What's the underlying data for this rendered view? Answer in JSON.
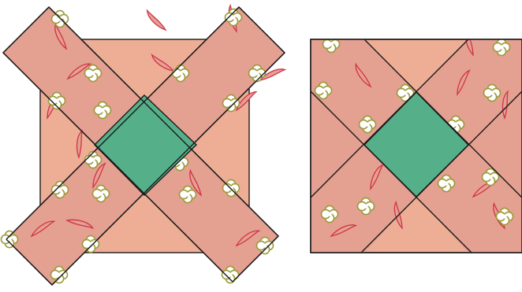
{
  "colors": {
    "background": "#ffffff",
    "base_square": "#eeae96",
    "strip_fabric": "#e4a090",
    "center_diamond": "#55b08a",
    "outline": "#1b1b1b",
    "motif_stroke": "#d0324a",
    "flower_petal": "#ffffff",
    "flower_edge": "#9c9a3a"
  },
  "figures": [
    {
      "name": "unfolded-block",
      "kind": "square-with-crossed-strips"
    },
    {
      "name": "trimmed-block",
      "kind": "square-with-triangles-and-center-diamond"
    }
  ],
  "icons": [
    "paisley-motif-icon",
    "clover-flower-icon"
  ]
}
